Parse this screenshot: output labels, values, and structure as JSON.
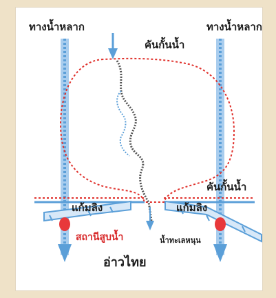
{
  "labels": {
    "floodway_left": "ทางน้ำหลาก",
    "floodway_right": "ทางน้ำหลาก",
    "dike_top": "คันกั้นน้ำ",
    "dike_right": "คันกั้นน้ำ",
    "monkey_cheek_left": "แก้มลิง",
    "monkey_cheek_right": "แก้มลิง",
    "pump_station": "สถานีสูบน้ำ",
    "tide_gate": "น้ำทะเลหนุน",
    "gulf": "อ่าวไทย"
  },
  "colors": {
    "background": "#efe2c8",
    "panel": "#ffffff",
    "floodway_blue": "#5b9fd8",
    "floodway_light": "#a9cdee",
    "dike_red": "#e0302b",
    "river_dark": "#555555",
    "pump_red": "#e8383a",
    "text_dark": "#1b1b1b",
    "text_red": "#d8292a"
  },
  "icons": {
    "pump": "pump-station-marker",
    "arrow": "down-arrow"
  }
}
